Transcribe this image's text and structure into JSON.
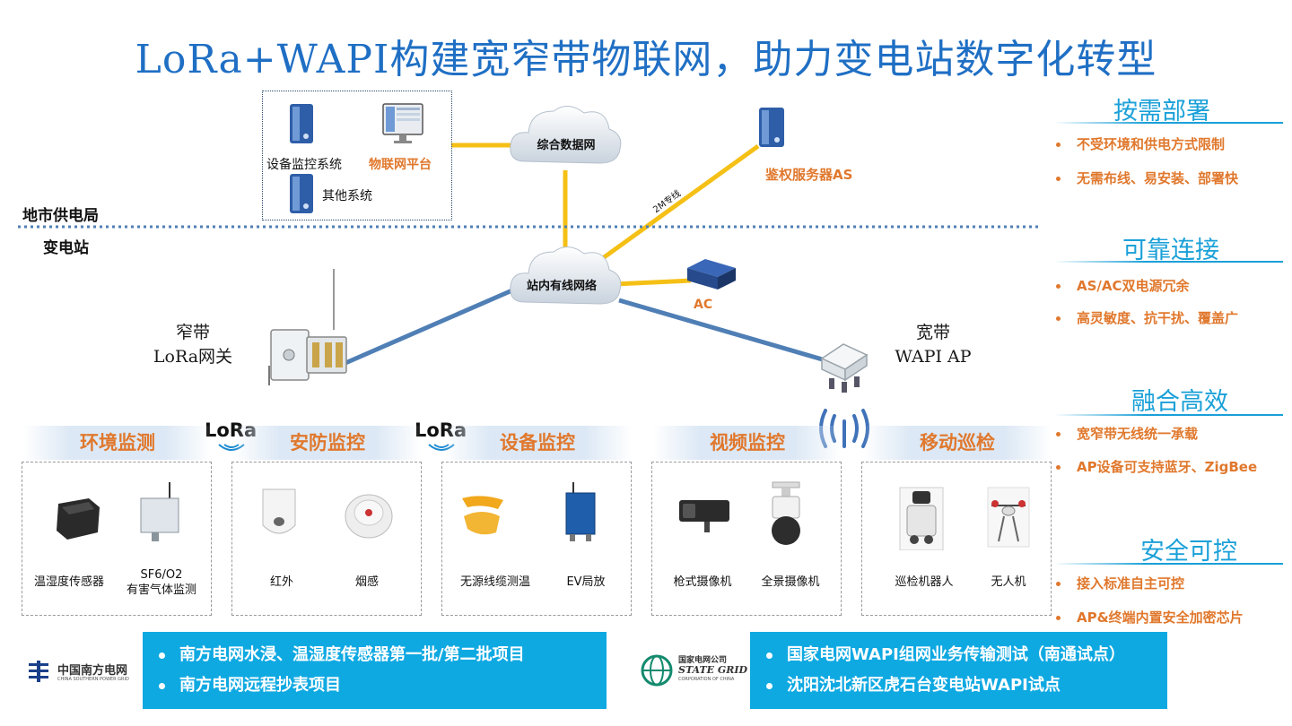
{
  "title": "LoRa+WAPI构建宽窄带物联网，助力变电站数字化转型",
  "zones": {
    "upper": "地市供电局",
    "lower": "变电站"
  },
  "clouds": {
    "data_network": "综合数据网",
    "station_network": "站内有线网络"
  },
  "top_box": {
    "monitor_system": "设备监控系统",
    "iot_platform": "物联网平台",
    "other_system": "其他系统"
  },
  "auth_server": "鉴权服务器AS",
  "dedicated_line": "2M专线",
  "ac_label": "AC",
  "lora_gateway": {
    "line1": "窄带",
    "line2": "LoRa网关"
  },
  "wapi_ap": {
    "line1": "宽带",
    "line2": "WAPI AP"
  },
  "lora_badge": "LoRa",
  "groups": [
    {
      "title": "环境监测",
      "devices": [
        "温湿度传感器",
        "SF6/O2\n有害气体监测"
      ]
    },
    {
      "title": "安防监控",
      "devices": [
        "红外",
        "烟感"
      ]
    },
    {
      "title": "设备监控",
      "devices": [
        "无源线缆测温",
        "EV局放"
      ]
    },
    {
      "title": "视频监控",
      "devices": [
        "枪式摄像机",
        "全景摄像机"
      ]
    },
    {
      "title": "移动巡检",
      "devices": [
        "巡检机器人",
        "无人机"
      ]
    }
  ],
  "features": [
    {
      "heading": "按需部署",
      "items": [
        "不受环境和供电方式限制",
        "无需布线、易安装、部署快"
      ]
    },
    {
      "heading": "可靠连接",
      "items": [
        "AS/AC双电源冗余",
        "高灵敏度、抗干扰、覆盖广"
      ]
    },
    {
      "heading": "融合高效",
      "items": [
        "宽窄带无线统一承载",
        "AP设备可支持蓝牙、ZigBee"
      ]
    },
    {
      "heading": "安全可控",
      "items": [
        "接入标准自主可控",
        "AP&终端内置安全加密芯片"
      ]
    }
  ],
  "csg": {
    "name": "中国南方电网",
    "sub": "CHINA SOUTHERN POWER GRID",
    "projects": [
      "南方电网水浸、温湿度传感器第一批/第二批项目",
      "南方电网远程抄表项目"
    ]
  },
  "sgcc": {
    "name": "国家电网公司",
    "name_en": "STATE GRID",
    "sub": "CORPORATION OF CHINA",
    "projects": [
      "国家电网WAPI组网业务传输测试（南通试点）",
      "沈阳沈北新区虎石台变电站WAPI试点"
    ]
  },
  "colors": {
    "title": "#1f6fc4",
    "accent": "#e0782d",
    "link_yellow": "#f5c016",
    "link_blue": "#4f7fb5",
    "bar": "#0fa9e2",
    "heading": "#1aa0d8"
  }
}
